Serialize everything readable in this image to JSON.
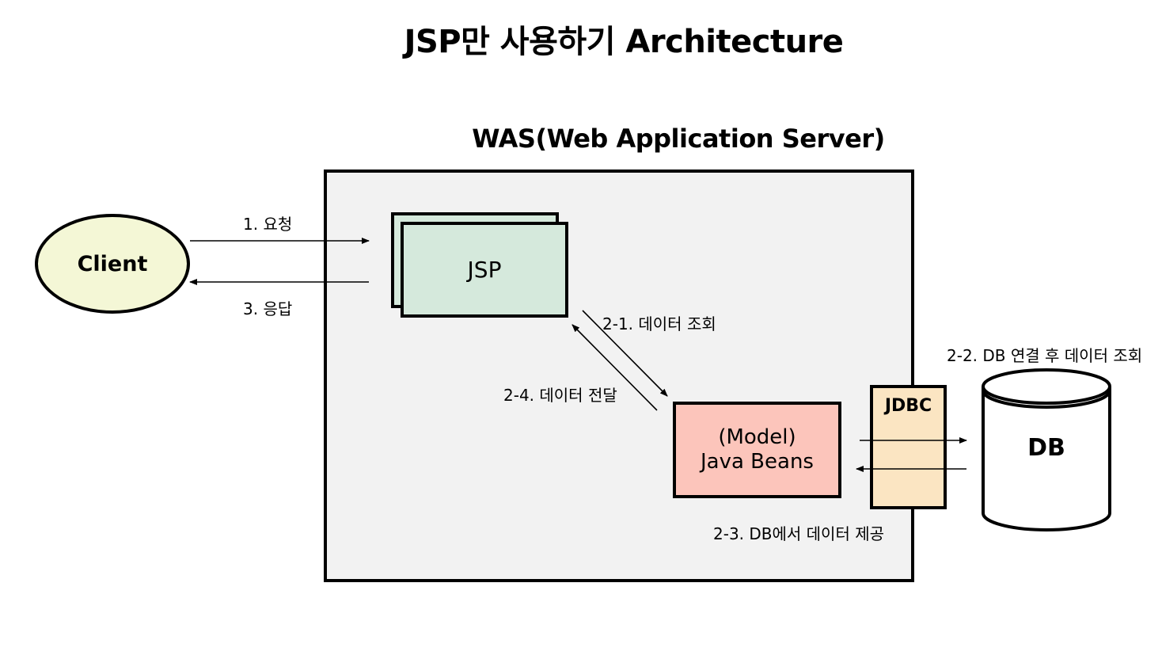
{
  "title": "JSP만 사용하기 Architecture",
  "was": {
    "title": "WAS(Web Application Server)"
  },
  "nodes": {
    "client": "Client",
    "jsp": "JSP",
    "model_line1": "(Model)",
    "model_line2": "Java Beans",
    "jdbc": "JDBC",
    "db": "DB"
  },
  "edges": {
    "request": "1. 요청",
    "response": "3. 응답",
    "query": "2-1. 데이터 조회",
    "db_query": "2-2. DB 연결 후 데이터 조회",
    "db_provide": "2-3. DB에서 데이터 제공",
    "deliver": "2-4. 데이터 전달"
  },
  "colors": {
    "client_fill": "#f4f7d6",
    "jsp_fill": "#d5e9dc",
    "model_fill": "#fcc5bb",
    "jdbc_fill": "#fbe5c2",
    "was_fill": "#f2f2f2"
  }
}
